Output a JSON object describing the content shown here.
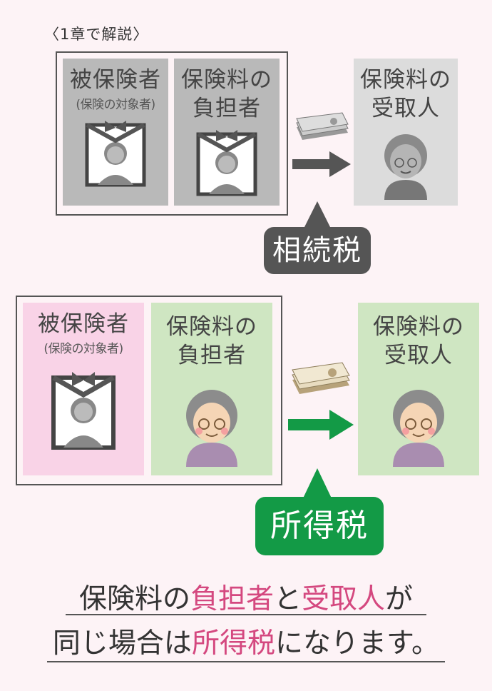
{
  "note": "〈1章で解説〉",
  "top": {
    "insured": {
      "title": "被保険者",
      "sub": "(保険の対象者)"
    },
    "payer": {
      "title_line1": "保険料の",
      "title_line2": "負担者"
    },
    "receiver": {
      "title_line1": "保険料の",
      "title_line2": "受取人"
    },
    "tax_label": "相続税"
  },
  "bottom": {
    "insured": {
      "title": "被保険者",
      "sub": "(保険の対象者)"
    },
    "payer": {
      "title_line1": "保険料の",
      "title_line2": "負担者"
    },
    "receiver": {
      "title_line1": "保険料の",
      "title_line2": "受取人"
    },
    "tax_label": "所得税"
  },
  "summary": {
    "line1_a": "保険料の",
    "line1_hl1": "負担者",
    "line1_b": "と",
    "line1_hl2": "受取人",
    "line1_c": "が",
    "line2_a": "同じ場合は",
    "line2_hl": "所得税",
    "line2_b": "になります。"
  },
  "colors": {
    "bg": "#fdf3f6",
    "pink_panel": "#f9d3e7",
    "green_panel": "#cfe6c2",
    "green_accent": "#139a46",
    "dark_gray_bubble": "#555555",
    "highlight_text": "#d4487f"
  }
}
